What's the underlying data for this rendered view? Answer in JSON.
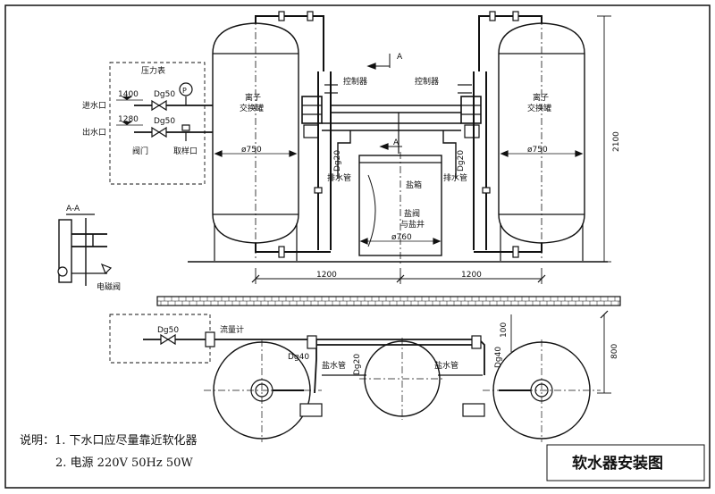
{
  "labels": {
    "pressure_gauge": "压力表",
    "gauge_p": "P",
    "inlet": "进水口",
    "outlet": "出水口",
    "inlet_level": "1400",
    "outlet_level": "1280",
    "dg50_in": "Dg50",
    "dg50_out": "Dg50",
    "valve": "阀门",
    "sample_port": "取样口",
    "tank_left_1": "离子",
    "tank_left_2": "交换罐",
    "tank_right_1": "离子",
    "tank_right_2": "交换罐",
    "dia_left": "ø750",
    "dia_right": "ø750",
    "controller_left": "控制器",
    "controller_right": "控制器",
    "section_mark_top": "A",
    "section_mark_mid": "A",
    "dg20_left": "Dg20",
    "dg20_right": "Dg20",
    "drain_left": "排水管",
    "drain_right": "排水管",
    "salt_box": "盐箱",
    "salt_valve_1": "盐阀",
    "salt_valve_2": "与盐井",
    "dia_salt": "ø760",
    "height_2100": "2100",
    "dim_1200_left": "1200",
    "dim_1200_right": "1200",
    "section_aa": "A-A",
    "solenoid": "电磁阀",
    "flowmeter": "流量计",
    "dg50_plan": "Dg50",
    "dg40_left": "Dg40",
    "dg40_right": "Dg40",
    "brine_left": "盐水管",
    "brine_right": "盐水管",
    "dg20_plan": "Dg20",
    "dim_100": "100",
    "dim_800": "800"
  },
  "notes": {
    "line1": "说明：1. 下水口应尽量靠近软化器",
    "line2": "2. 电源 220V  50Hz  50W"
  },
  "title": "软水器安装图"
}
